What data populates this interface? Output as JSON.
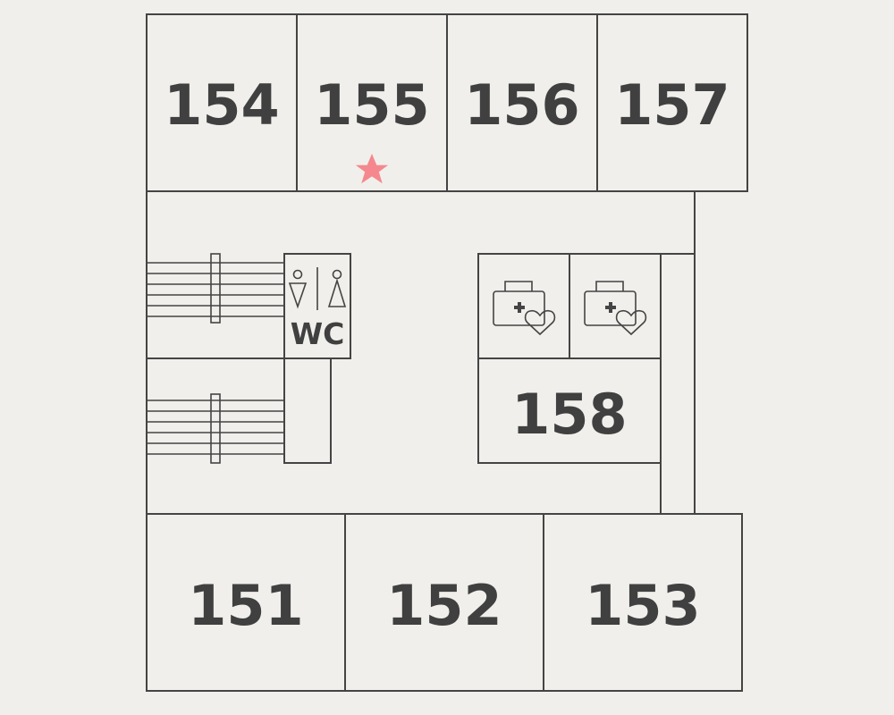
{
  "map": {
    "colors": {
      "background": "#f0efeb",
      "wall": "#444444",
      "label": "#404040",
      "you_are_here": "#f4888e"
    },
    "rooms": {
      "r154": "154",
      "r155": "155",
      "r156": "156",
      "r157": "157",
      "r158": "158",
      "r151": "151",
      "r152": "152",
      "r153": "153"
    },
    "restroom": {
      "label": "WC",
      "icons": [
        "female-person-icon",
        "male-person-icon"
      ]
    },
    "first_aid": {
      "icons": [
        "first-aid-kit-heart-icon",
        "first-aid-kit-heart-icon"
      ]
    },
    "you_are_here_marker": "star-icon",
    "stairs": [
      "stairs-icon",
      "stairs-icon"
    ]
  }
}
